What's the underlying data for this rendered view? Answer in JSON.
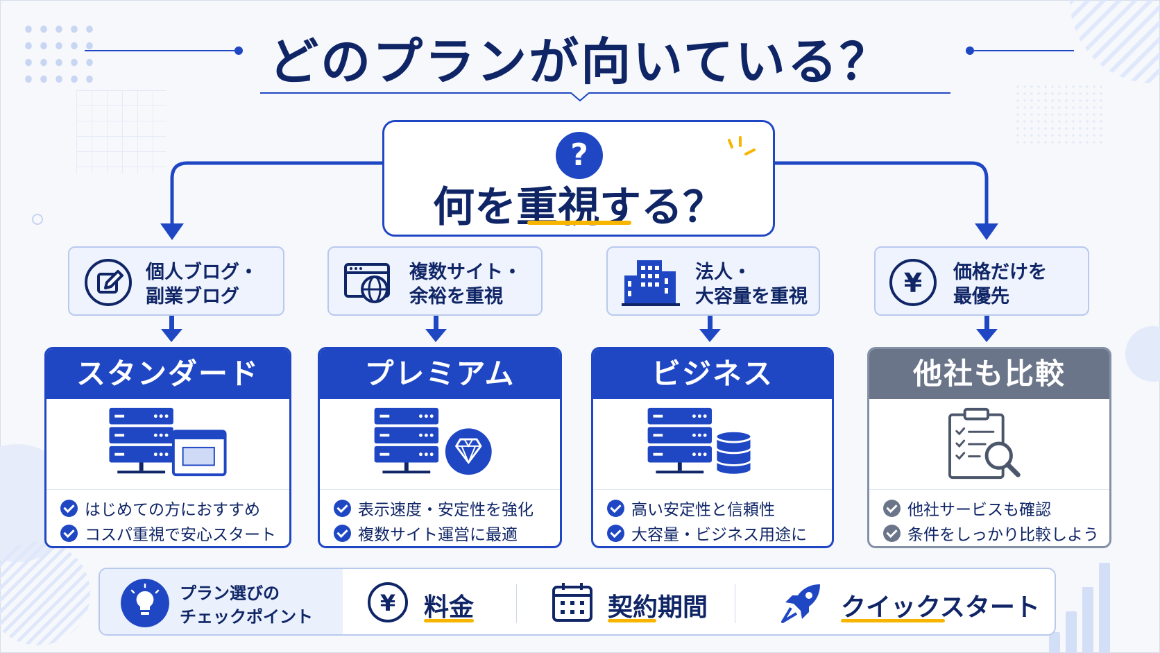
{
  "title": "どのプランが向いている？",
  "question": {
    "text": "何を重視する？",
    "icon": "question-icon"
  },
  "conditions": [
    {
      "line1": "個人ブログ・",
      "line2": "副業ブログ",
      "icon": "pen-edit-icon"
    },
    {
      "line1": "複数サイト・",
      "line2": "余裕を重視",
      "icon": "browser-globe-icon"
    },
    {
      "line1": "法人・",
      "line2": "大容量を重視",
      "icon": "building-icon"
    },
    {
      "line1": "価格だけを",
      "line2": "最優先",
      "icon": "yen-icon"
    }
  ],
  "plans": [
    {
      "name": "スタンダード",
      "icon": "server-window-icon",
      "features": [
        "はじめての方におすすめ",
        "コスパ重視で安心スタート"
      ]
    },
    {
      "name": "プレミアム",
      "icon": "server-diamond-icon",
      "features": [
        "表示速度・安定性を強化",
        "複数サイト運営に最適"
      ]
    },
    {
      "name": "ビジネス",
      "icon": "server-database-icon",
      "features": [
        "高い安定性と信頼性",
        "大容量・ビジネス用途に"
      ]
    },
    {
      "name": "他社も比較",
      "icon": "clipboard-search-icon",
      "features": [
        "他社サービスも確認",
        "条件をしっかり比較しよう"
      ]
    }
  ],
  "checkpoints": {
    "title_line1": "プラン選びの",
    "title_line2": "チェックポイント",
    "icon": "lightbulb-icon",
    "items": [
      {
        "label": "料金",
        "icon": "yen-coin-icon"
      },
      {
        "label": "契約期間",
        "icon": "calendar-icon"
      },
      {
        "label": "クイックスタート",
        "icon": "rocket-icon"
      }
    ]
  },
  "colors": {
    "primary": "#1f47c4",
    "navy": "#0f2566",
    "accent": "#f7b500",
    "gray": "#6b7589",
    "light": "#eef3fd"
  }
}
